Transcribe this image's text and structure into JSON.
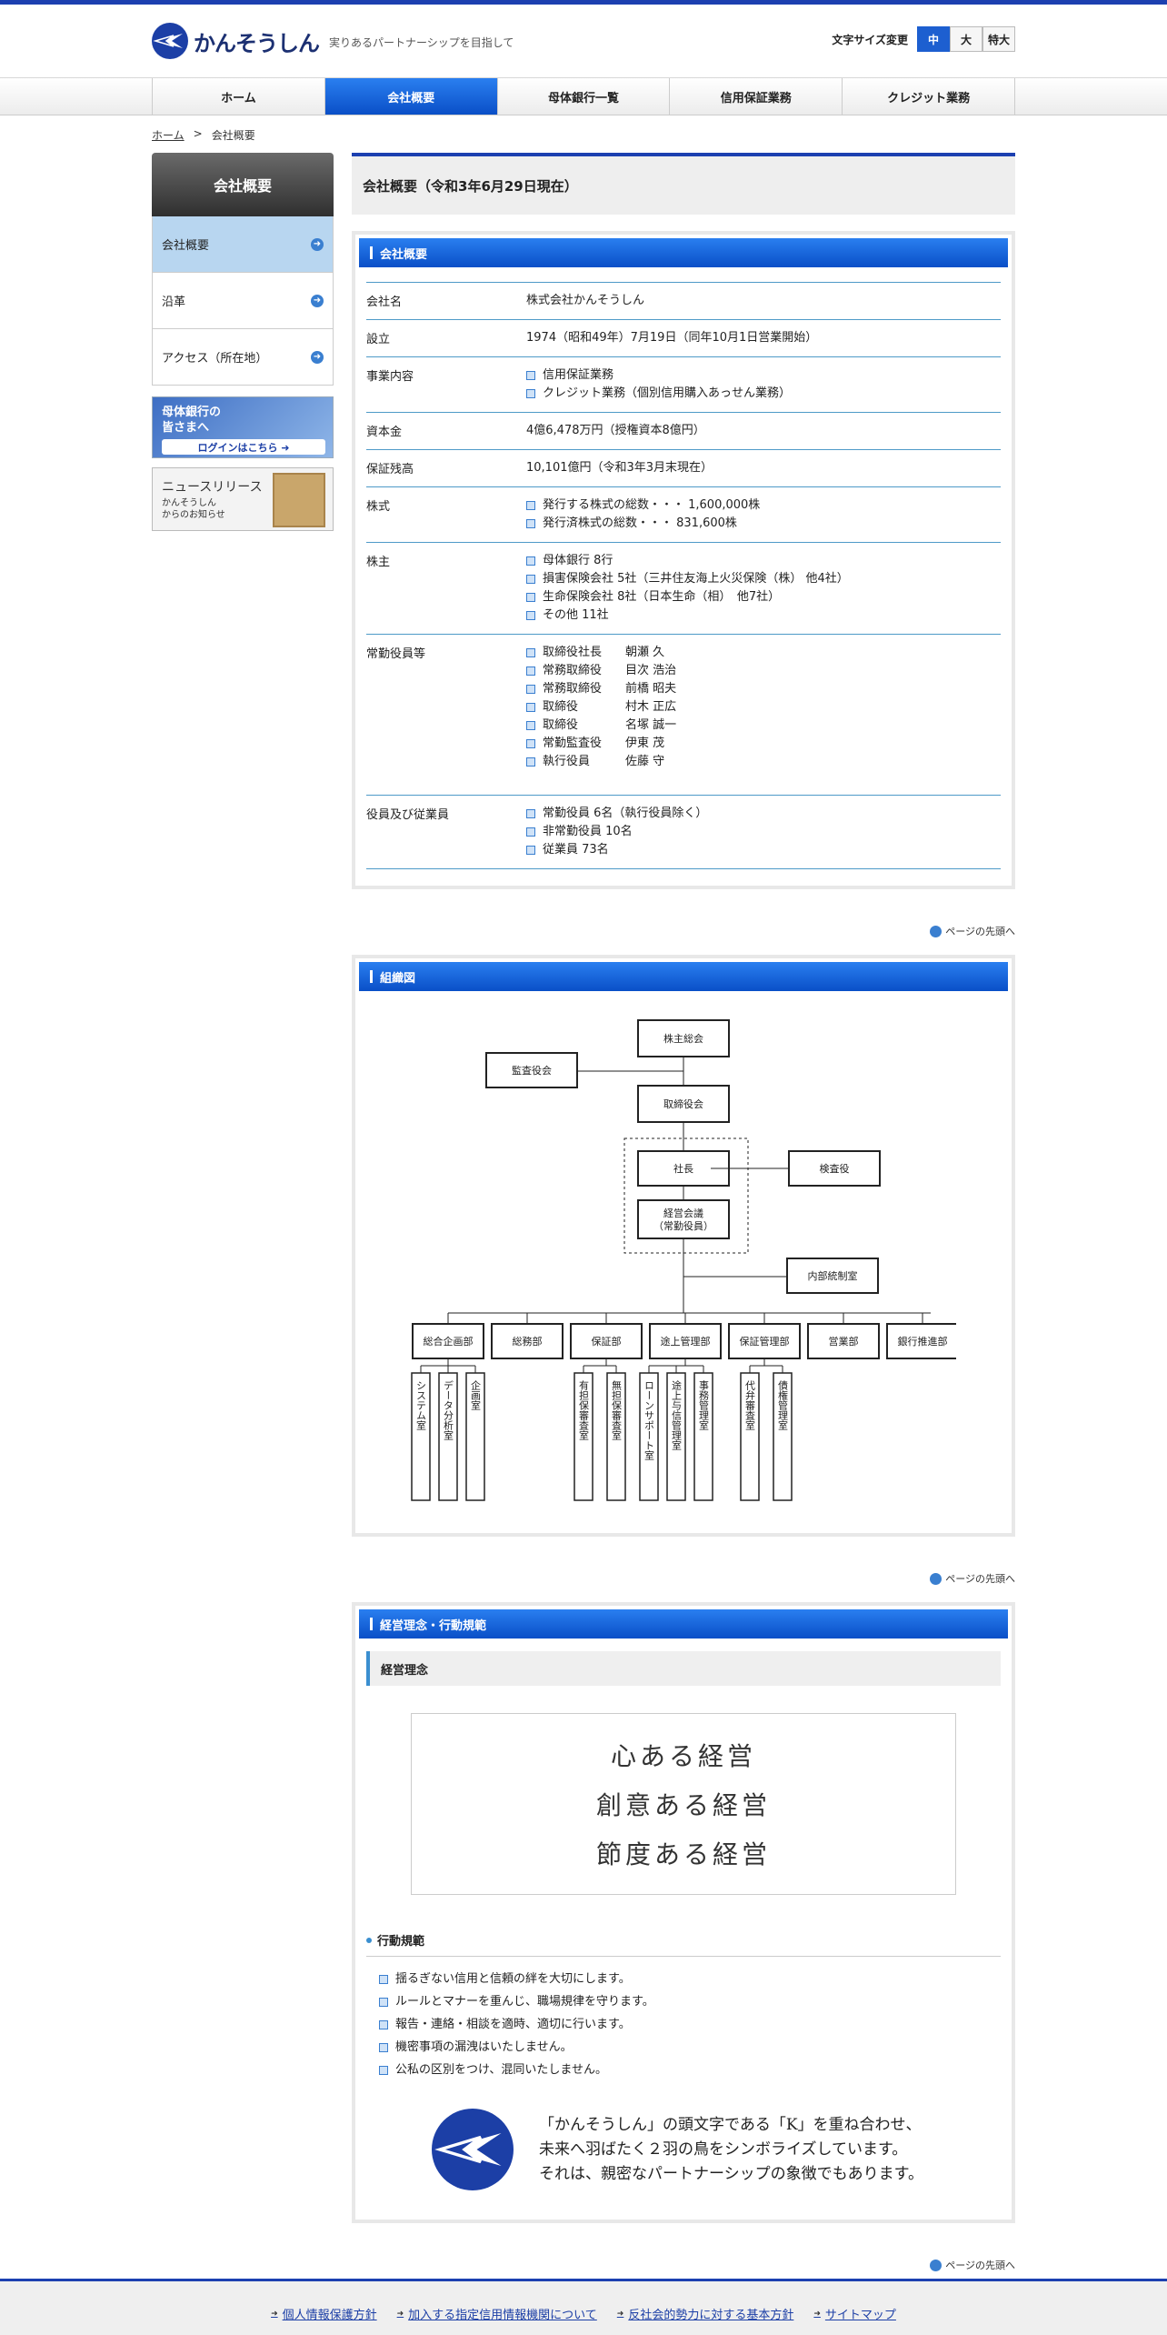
{
  "header": {
    "logo_text": "かんそうしん",
    "tagline": "実りあるパートナーシップを目指して",
    "font_size_label": "文字サイズ変更",
    "font_sizes": [
      "中",
      "大",
      "特大"
    ]
  },
  "nav": {
    "items": [
      "ホーム",
      "会社概要",
      "母体銀行一覧",
      "信用保証業務",
      "クレジット業務"
    ]
  },
  "breadcrumb": {
    "home": "ホーム",
    "sep": ">",
    "current": "会社概要"
  },
  "sidebar": {
    "title": "会社概要",
    "items": [
      "会社概要",
      "沿革",
      "アクセス（所在地）"
    ],
    "banner_login": {
      "line1": "母体銀行の",
      "line2": "皆さまへ",
      "button": "ログインはこちら ➜"
    },
    "banner_news": {
      "title": "ニュースリリース",
      "line1": "かんそうしん",
      "line2": "からのお知らせ"
    }
  },
  "main": {
    "page_title": "会社概要（令和3年6月29日現在）",
    "overview_head": "会社概要",
    "rows": [
      {
        "label": "会社名",
        "values": [
          "株式会社かんそうしん"
        ],
        "list": false
      },
      {
        "label": "設立",
        "values": [
          "1974（昭和49年）7月19日（同年10月1日営業開始）"
        ],
        "list": false
      },
      {
        "label": "事業内容",
        "values": [
          "信用保証業務",
          "クレジット業務（個別信用購入あっせん業務）"
        ],
        "list": true
      },
      {
        "label": "資本金",
        "values": [
          "4億6,478万円（授権資本8億円）"
        ],
        "list": false
      },
      {
        "label": "保証残高",
        "values": [
          "10,101億円（令和3年3月末現在）"
        ],
        "list": false
      },
      {
        "label": "株式",
        "values": [
          "発行する株式の総数・・・ 1,600,000株",
          "発行済株式の総数・・・ 831,600株"
        ],
        "list": true
      },
      {
        "label": "株主",
        "values": [
          "母体銀行 8行",
          "損害保険会社 5社（三井住友海上火災保険（株） 他4社）",
          "生命保険会社 8社（日本生命（相）　他7社）",
          "その他 11社"
        ],
        "list": true
      },
      {
        "label": "常勤役員等",
        "values": [
          "取締役社長　　朝瀬 久",
          "常務取締役　　目次 浩治",
          "常務取締役　　前橋 昭夫",
          "取締役　　　　村木 正広",
          "取締役　　　　名塚 誠一",
          "常勤監査役　　伊東 茂",
          "執行役員　　　佐藤 守"
        ],
        "list": true
      },
      {
        "label": "役員及び従業員",
        "values": [
          "常勤役員 6名（執行役員除く）",
          "非常勤役員 10名",
          "従業員 73名"
        ],
        "list": true
      }
    ],
    "pagetop": "ページの先頭へ",
    "org_head": "組織図",
    "org": {
      "shareholders": "株主総会",
      "auditors": "監査役会",
      "board": "取締役会",
      "president": "社長",
      "inspector": "検査役",
      "mgmt1": "経営会議",
      "mgmt2": "（常勤役員）",
      "internal": "内部統制室",
      "depts": [
        "総合企画部",
        "総務部",
        "保証部",
        "途上管理部",
        "保証管理部",
        "営業部",
        "銀行推進部"
      ],
      "subs": [
        "システム室",
        "データ分析室",
        "企画室",
        "有担保審査室",
        "無担保審査室",
        "ローンサポート室",
        "途上与信管理室",
        "事務管理室",
        "代弁審査室",
        "債権管理室"
      ]
    },
    "philosophy_head": "経営理念・行動規範",
    "philosophy_sub": "経営理念",
    "philosophy": [
      "心ある経営",
      "創意ある経営",
      "節度ある経営"
    ],
    "conduct_head": "行動規範",
    "conduct": [
      "揺るぎない信用と信頼の絆を大切にします。",
      "ルールとマナーを重んじ、職場規律を守ります。",
      "報告・連絡・相談を適時、適切に行います。",
      "機密事項の漏洩はいたしません。",
      "公私の区別をつけ、混同いたしません。"
    ],
    "symbol_text": [
      "「かんそうしん」の頭文字である「K」を重ね合わせ、",
      "未来へ羽ばたく２羽の鳥をシンボライズしています。",
      "それは、親密なパートナーシップの象徴でもあります。"
    ]
  },
  "footer": {
    "links": [
      "個人情報保護方針",
      "加入する指定信用情報機関について",
      "反社会的勢力に対する基本方針",
      "サイトマップ"
    ]
  }
}
